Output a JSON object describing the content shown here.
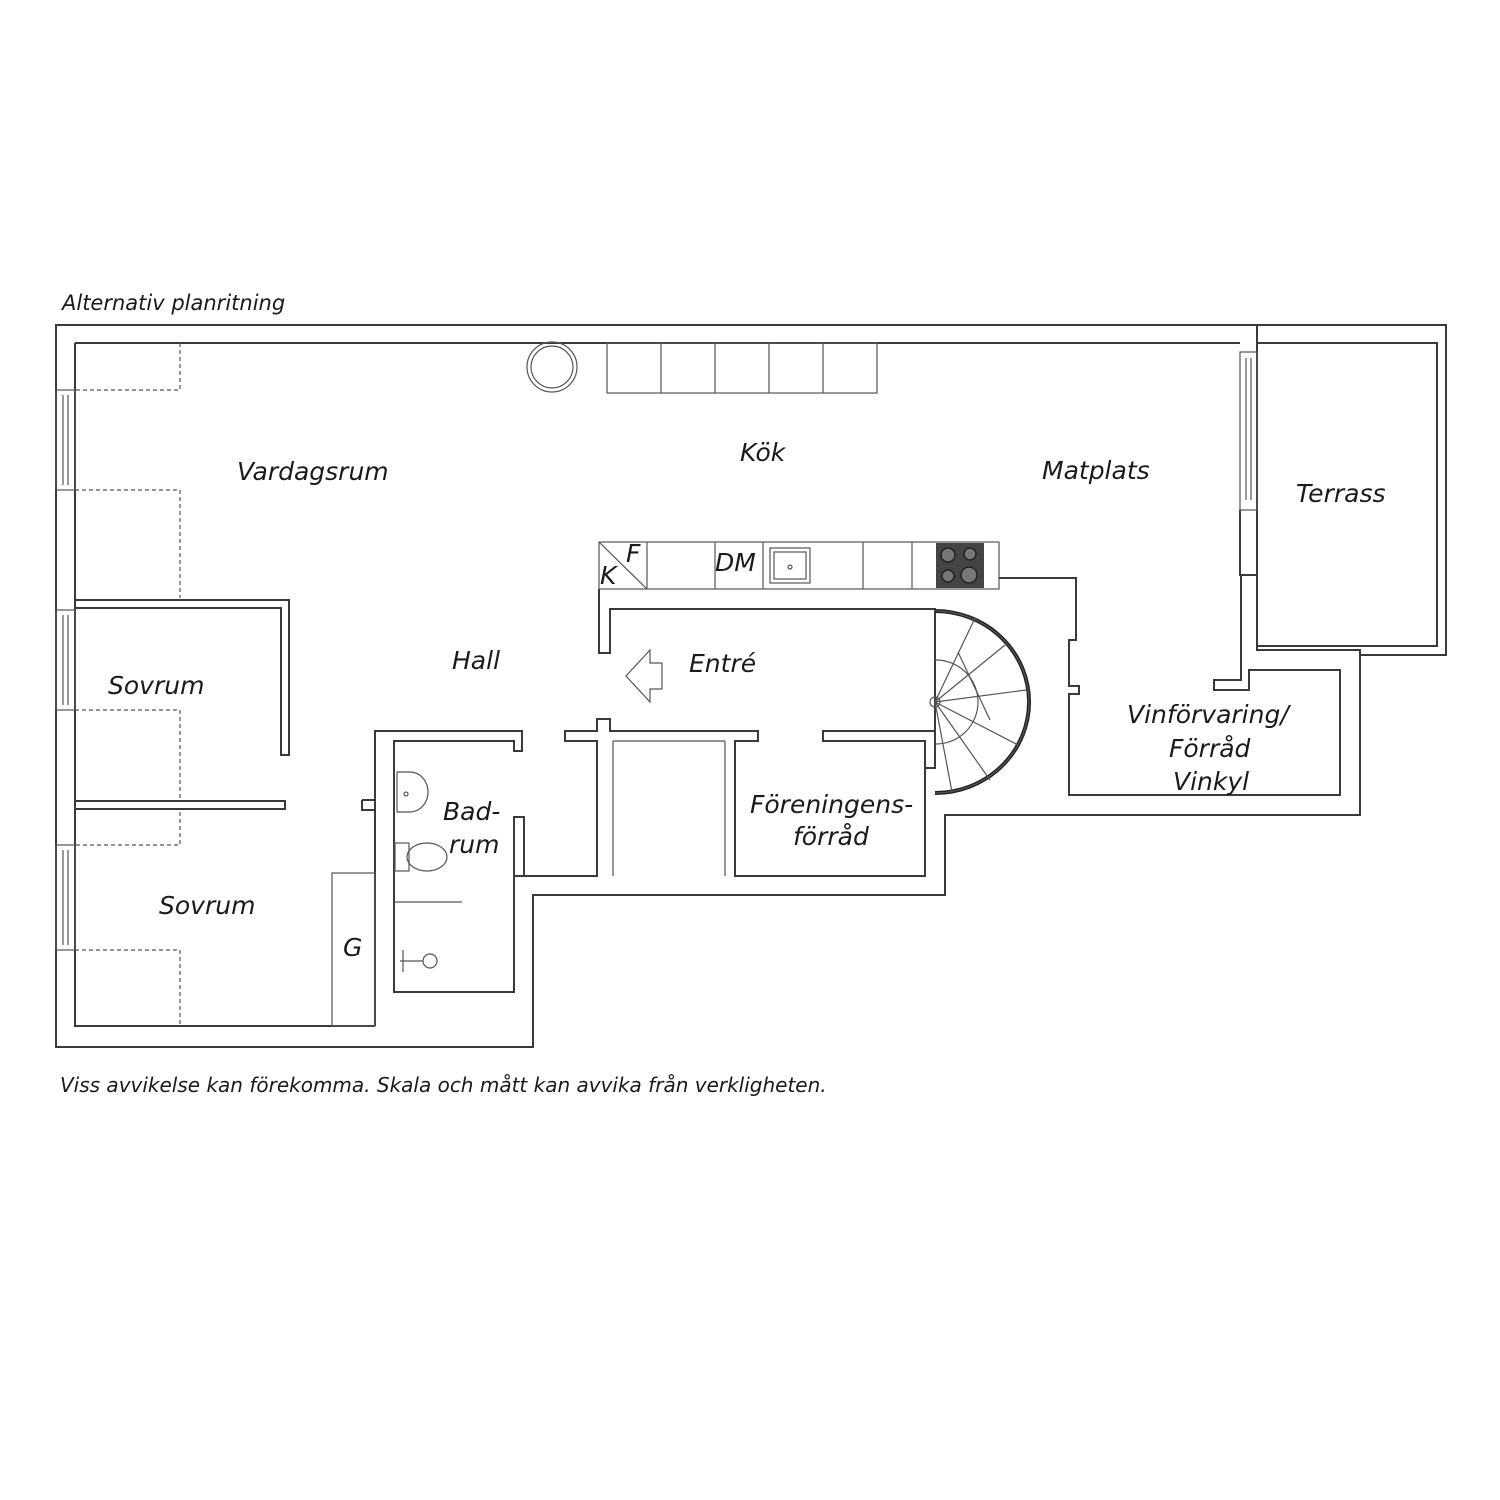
{
  "title": "Alternativ planritning",
  "footnote": "Viss avvikelse kan förekomma. Skala och mått kan avvika från verkligheten.",
  "rooms": {
    "vardagsrum": "Vardagsrum",
    "kok": "Kök",
    "matplats": "Matplats",
    "terrass": "Terrass",
    "hall": "Hall",
    "entre": "Entré",
    "sovrum_1": "Sovrum",
    "sovrum_2": "Sovrum",
    "badrum_1": "Bad-",
    "badrum_2": "rum",
    "foreningens_1": "Föreningens-",
    "foreningens_2": "förråd",
    "vin_1": "Vinförvaring/",
    "vin_2": "Förråd",
    "vin_3": "Vinkyl"
  },
  "appliances": {
    "fridge": "F",
    "freezer": "K",
    "dishwasher": "DM",
    "wardrobe": "G"
  }
}
